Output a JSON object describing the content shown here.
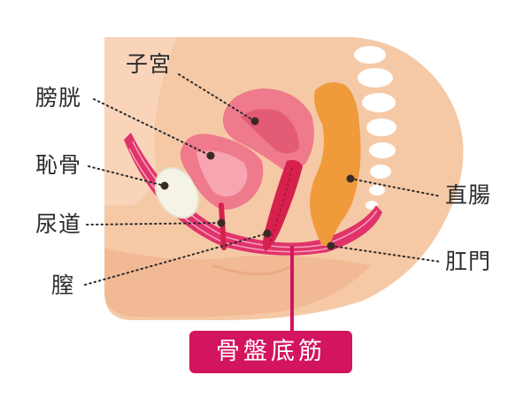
{
  "labels": {
    "uterus": "子宮",
    "bladder": "膀胱",
    "pubis": "恥骨",
    "urethra": "尿道",
    "vagina": "膣",
    "rectum": "直腸",
    "anus": "肛門"
  },
  "badge": "骨盤底筋",
  "colors": {
    "skin": "#f6c9a6",
    "skin_light": "#fbdcc6",
    "muscle": "#e0336b",
    "uterus": "#ef7a8c",
    "rectum": "#ef9a3b",
    "bone": "#ffffff",
    "badge": "#d3145e"
  }
}
